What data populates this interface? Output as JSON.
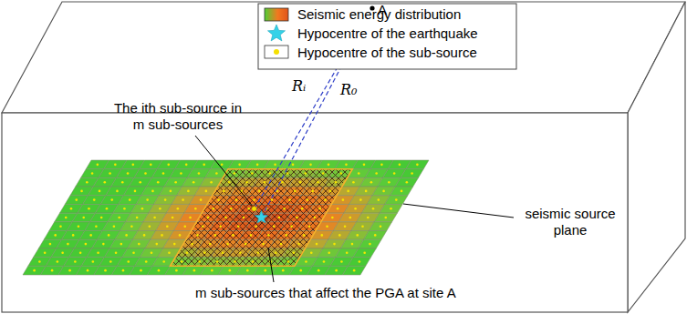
{
  "diagram": {
    "labels": [
      "A",
      "Rᵢ",
      "R₀",
      "The ith sub-source in m sub-sources",
      "seismic source plane",
      "m sub-sources that affect the PGA at site A"
    ],
    "legend": [
      {
        "text": "Seismic energy distribution"
      },
      {
        "text": "Hypocentre of the earthquake"
      },
      {
        "text": "Hypocentre of the sub-source"
      }
    ]
  }
}
